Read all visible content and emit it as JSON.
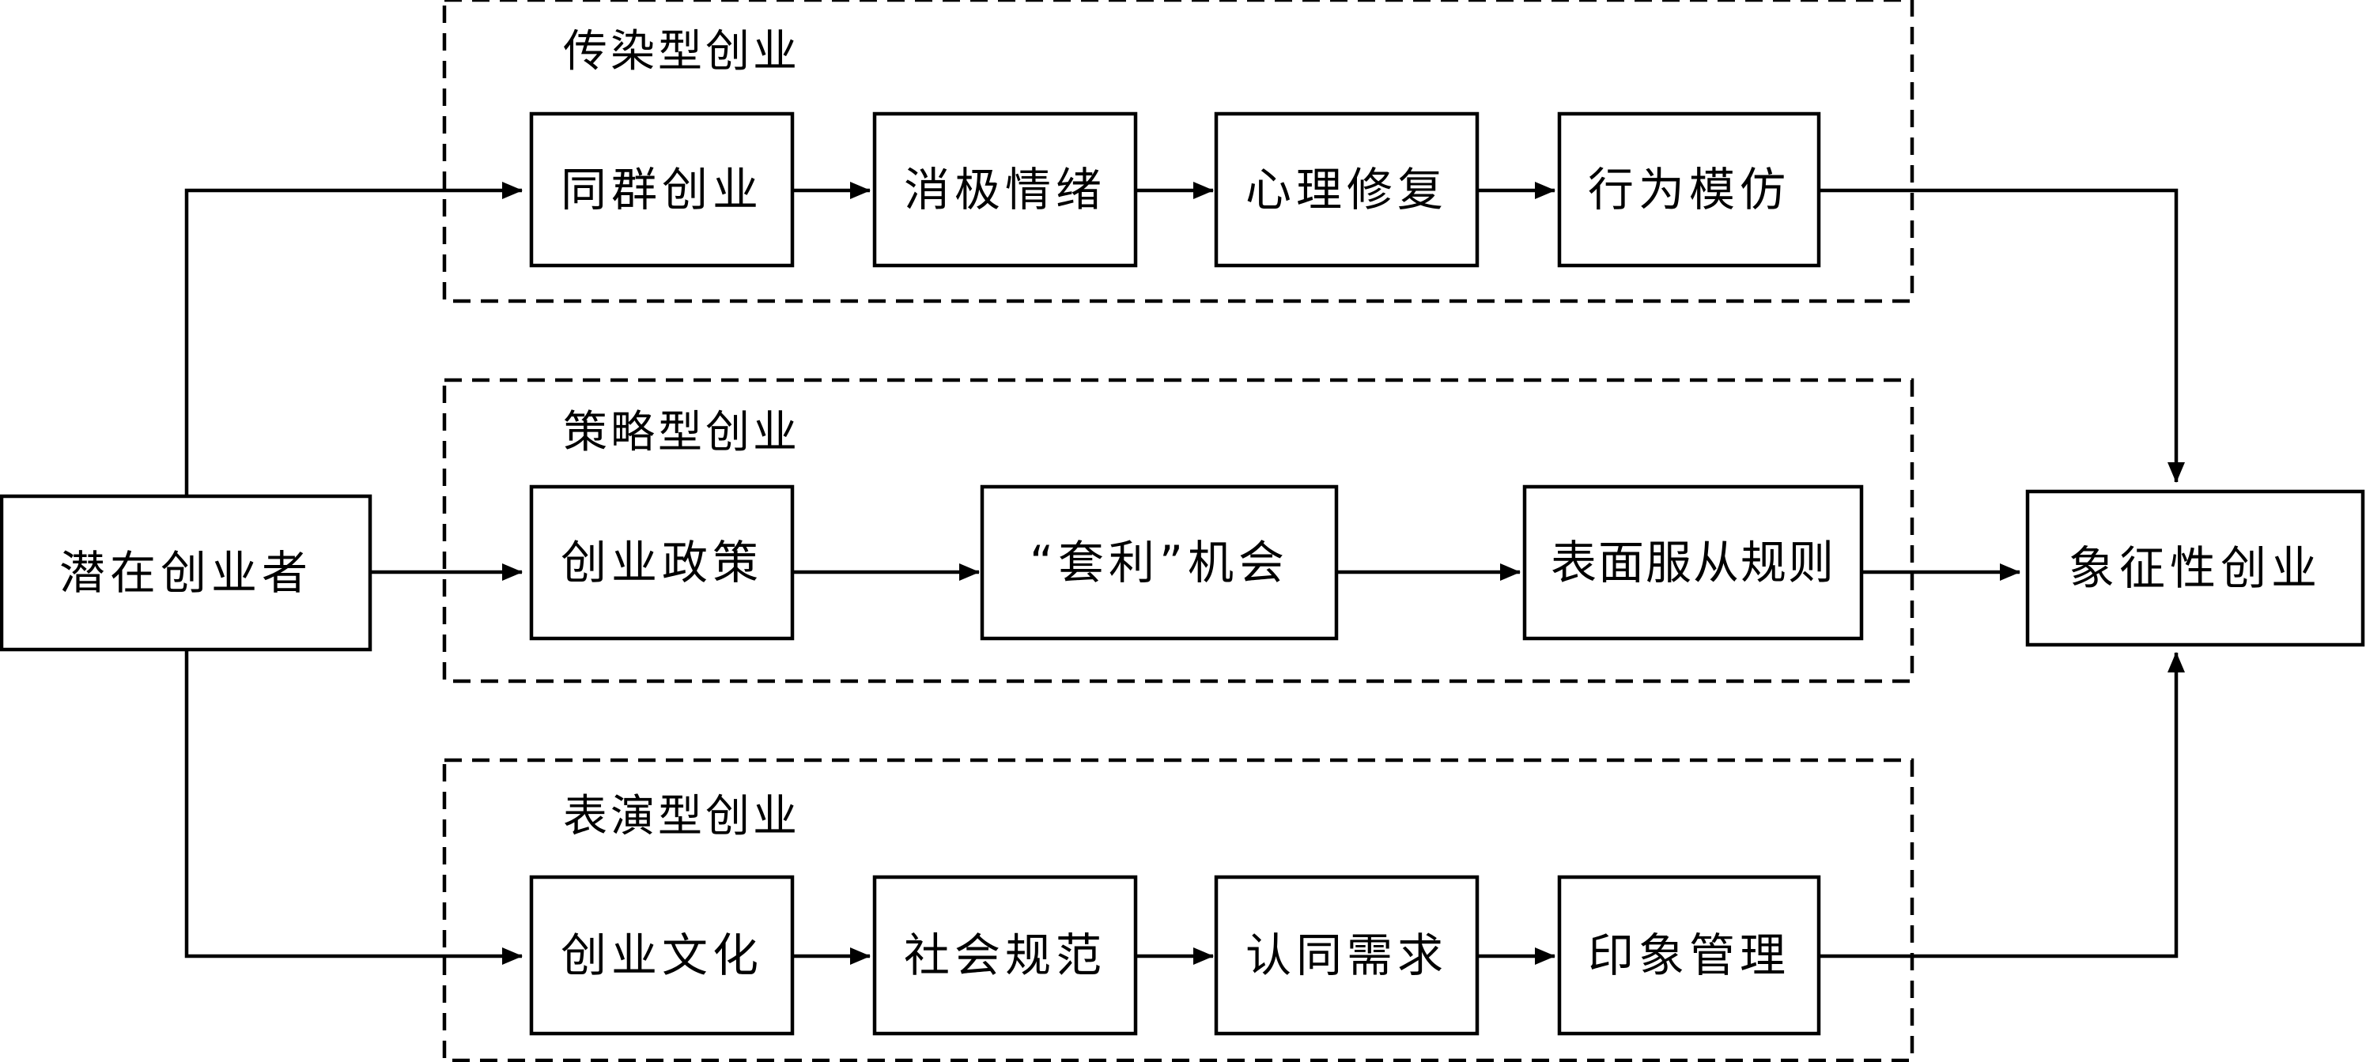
{
  "groups": {
    "contagion": {
      "label": "传染型创业"
    },
    "strategic": {
      "label": "策略型创业"
    },
    "performative": {
      "label": "表演型创业"
    }
  },
  "nodes": {
    "potential": "潜在创业者",
    "symbolic": "象征性创业",
    "contagion": [
      "同群创业",
      "消极情绪",
      "心理修复",
      "行为模仿"
    ],
    "strategic": [
      "创业政策",
      "“套利”机会",
      "表面服从规则"
    ],
    "performative": [
      "创业文化",
      "社会规范",
      "认同需求",
      "印象管理"
    ]
  }
}
